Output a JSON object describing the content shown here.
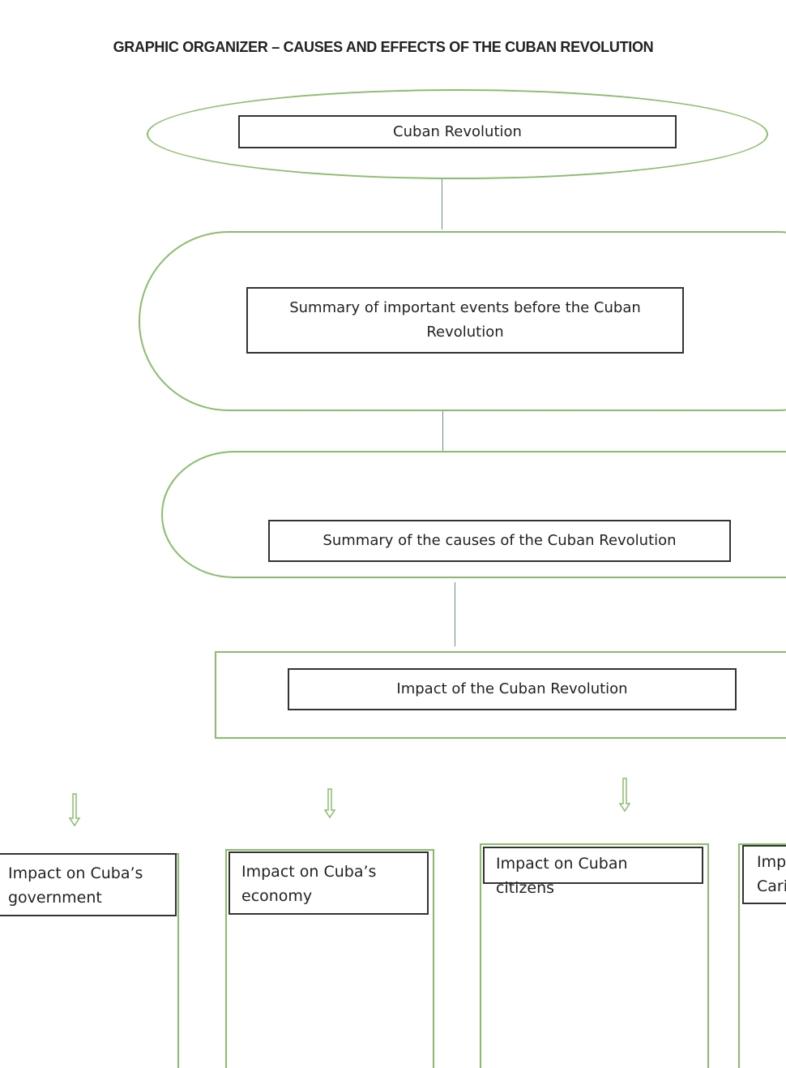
{
  "title": "GRAPHIC ORGANIZER – CAUSES AND EFFECTS OF THE CUBAN REVOLUTION",
  "nodes": {
    "revolution": "Cuban Revolution",
    "events_line1": "Summary of important events before the Cuban",
    "events_line2": "Revolution",
    "causes": "Summary of the causes of the Cuban Revolution",
    "impact": "Impact of the Cuban Revolution"
  },
  "columns": [
    {
      "line1": "Impact on Cuba’s",
      "line2": "government"
    },
    {
      "line1": "Impact on Cuba’s",
      "line2": "economy"
    },
    {
      "line1": "Impact on Cuban citizens"
    },
    {
      "line1": "Imp",
      "line2": "Cari"
    }
  ],
  "colors": {
    "green": "#8bbd6e",
    "box_border": "#333333"
  }
}
